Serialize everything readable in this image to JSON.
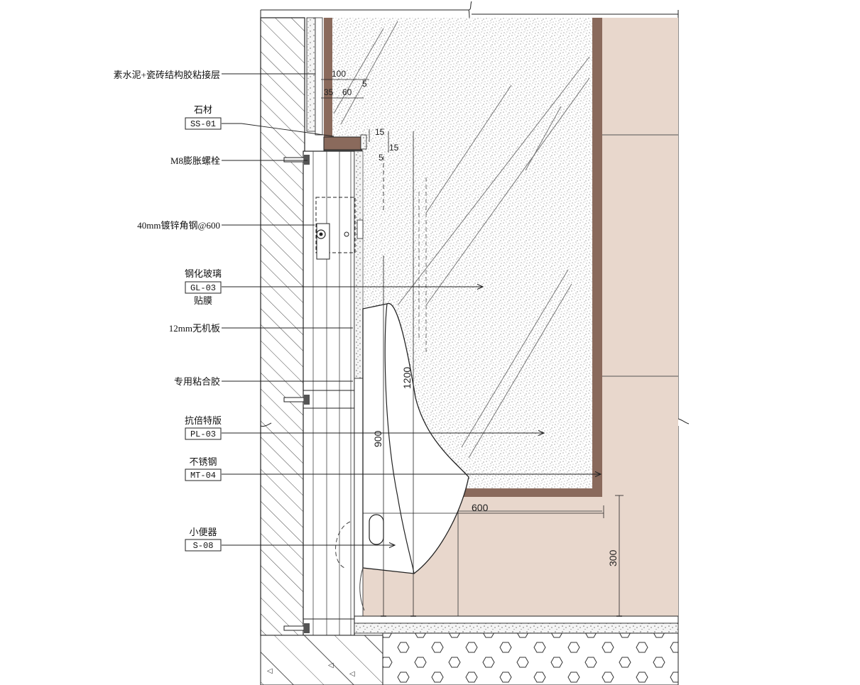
{
  "callouts": [
    {
      "id": "c1",
      "label": "素水泥+瓷砖结构胶粘接层"
    },
    {
      "id": "c2",
      "label": "石材",
      "code": "SS-01"
    },
    {
      "id": "c3",
      "label": "M8膨胀螺栓"
    },
    {
      "id": "c4",
      "label": "40mm镀锌角钢@600"
    },
    {
      "id": "c5",
      "label": "钢化玻璃",
      "code": "GL-03",
      "sub": "贴膜"
    },
    {
      "id": "c6",
      "label": "12mm无机板"
    },
    {
      "id": "c7",
      "label": "专用粘合胶"
    },
    {
      "id": "c8",
      "label": "抗倍特版",
      "code": "PL-03"
    },
    {
      "id": "c9",
      "label": "不锈钢",
      "code": "MT-04"
    },
    {
      "id": "c10",
      "label": "小便器",
      "code": "S-08"
    }
  ],
  "dimensions": {
    "d100": "100",
    "d5": "5",
    "d35": "35",
    "d60": "60",
    "d15a": "15",
    "d15b": "15",
    "d5b": "5",
    "d1200": "1200",
    "d900": "900",
    "d600": "600",
    "d300": "300"
  },
  "colors": {
    "frame": "#8a6a5c",
    "wall_tile": "#e8d7cc",
    "glass_speckle": "#555555",
    "line": "#222222"
  }
}
